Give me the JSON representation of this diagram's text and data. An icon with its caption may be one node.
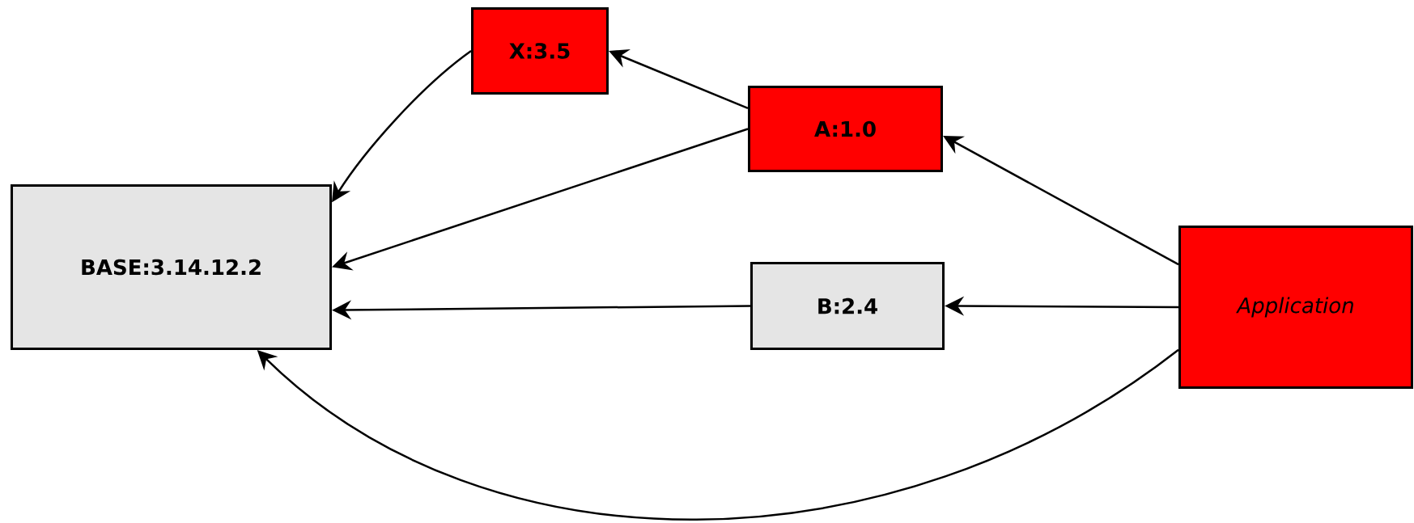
{
  "diagram": {
    "nodes": [
      {
        "text": [
          "X:3.5"
        ]
      },
      {
        "text": [
          "A:1.0"
        ]
      },
      {
        "text": [
          "BASE:3.14.12.2"
        ]
      },
      {
        "text": [
          "B:2.4"
        ]
      },
      {
        "text": [
          "Application"
        ]
      }
    ],
    "edges": [
      {
        "from": 1,
        "to": 0,
        "arrow": "to"
      },
      {
        "from": 0,
        "to": 2,
        "arrow": "to"
      },
      {
        "from": 1,
        "to": 2,
        "arrow": "to"
      },
      {
        "from": 4,
        "to": 1,
        "arrow": "to"
      },
      {
        "from": 4,
        "to": 3,
        "arrow": "to"
      },
      {
        "from": 3,
        "to": 2,
        "arrow": "to"
      },
      {
        "from": 4,
        "to": 2,
        "arrow": "to"
      }
    ]
  }
}
